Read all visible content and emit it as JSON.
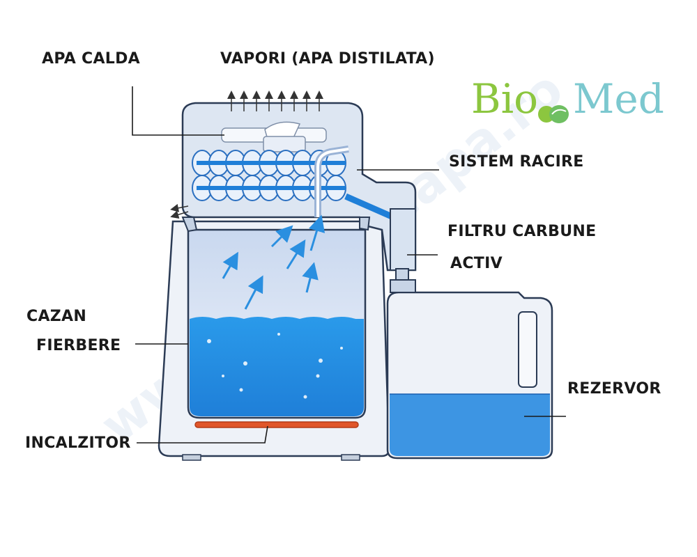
{
  "labels": {
    "apa_calda": "APA  CALDA",
    "vapori": "VAPORI (APA DISTILATA)",
    "sistem_racire": "SISTEM RACIRE",
    "filtru_line1": "FILTRU CARBUNE",
    "filtru_line2": "ACTIV",
    "cazan_line1": "CAZAN",
    "cazan_line2": "FIERBERE",
    "incalzitor": "INCALZITOR",
    "rezervor": "REZERVOR"
  },
  "logo": {
    "part1": "Bio",
    "part2": "Med"
  },
  "watermark": "www.topfiltreapa.ro",
  "colors": {
    "water": "#1f8be0",
    "heater": "#e0562a",
    "logo_green": "#8cc63f",
    "logo_teal": "#7cc8cf"
  }
}
